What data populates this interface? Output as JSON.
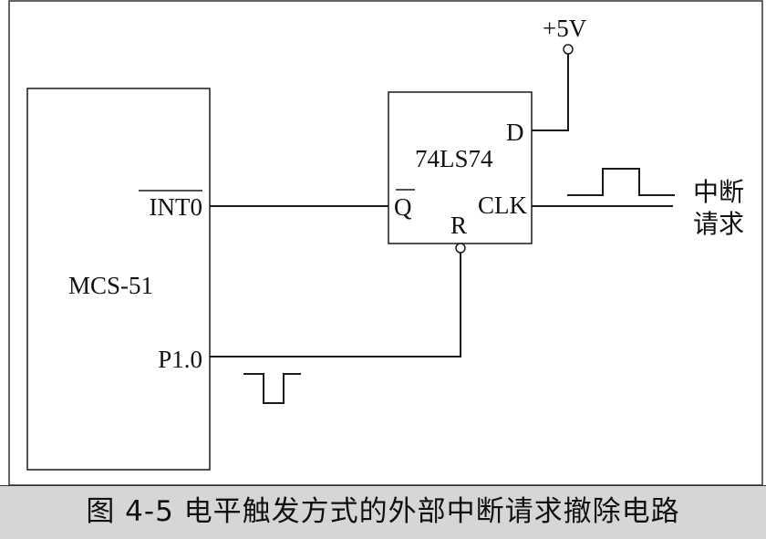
{
  "caption": "图 4-5    电平触发方式的外部中断请求撤除电路",
  "mcu": {
    "name": "MCS-51",
    "pin_int0": "INT0",
    "pin_p10": "P1.0"
  },
  "flipflop": {
    "name": "74LS74",
    "pin_d": "D",
    "pin_clk": "CLK",
    "pin_q": "Q",
    "pin_r": "R"
  },
  "supply": {
    "label": "+5V"
  },
  "request": {
    "line1": "中断",
    "line2": "请求"
  }
}
